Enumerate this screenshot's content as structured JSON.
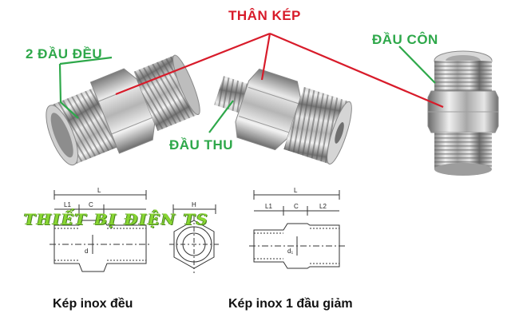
{
  "callouts": {
    "body": "THÂN KÉP",
    "two_equal_ends": "2 ĐẦU ĐỀU",
    "cone_end": "ĐẦU CÔN",
    "reducer_end": "ĐẦU THU"
  },
  "watermark": "THIẾT BỊ ĐIỆN TS",
  "drawings": {
    "equal_nipple": {
      "L": "L",
      "L1": "L1",
      "C": "C",
      "d": "d",
      "H": "H"
    },
    "reducing_nipple": {
      "L": "L",
      "L1": "L1",
      "C": "C",
      "L2": "L2",
      "d": "d₁"
    }
  },
  "captions": {
    "equal": "Kép inox đều",
    "reducing": "Kép inox 1 đầu giảm"
  },
  "colors": {
    "callout_red": "#d81b2a",
    "callout_green": "#2ea84a",
    "watermark": "#7ed321"
  }
}
